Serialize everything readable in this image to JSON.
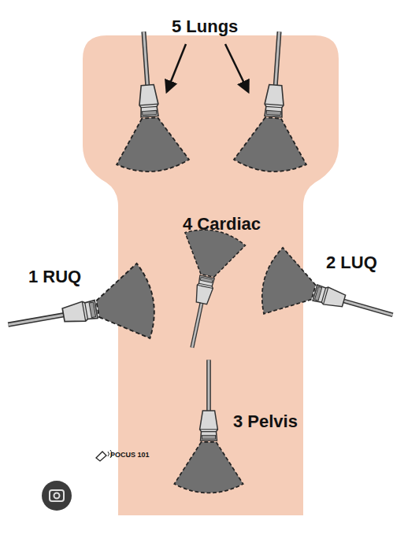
{
  "diagram": {
    "labels": [
      "5 Lungs",
      "4 Cardiac",
      "1 RUQ",
      "2 LUQ",
      "3 Pelvis",
      "POCUS 101"
    ]
  }
}
